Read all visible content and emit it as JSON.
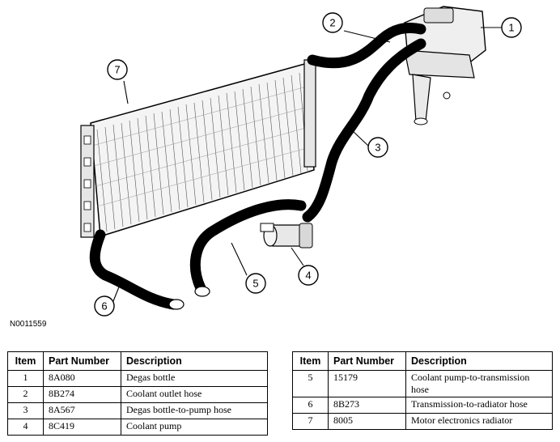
{
  "figure_id": "N0011559",
  "callouts": [
    "1",
    "2",
    "3",
    "4",
    "5",
    "6",
    "7"
  ],
  "table_headers": {
    "item": "Item",
    "part_number": "Part Number",
    "description": "Description"
  },
  "left_rows": [
    {
      "item": "1",
      "part": "8A080",
      "desc": "Degas bottle"
    },
    {
      "item": "2",
      "part": "8B274",
      "desc": "Coolant outlet hose"
    },
    {
      "item": "3",
      "part": "8A567",
      "desc": "Degas bottle-to-pump hose"
    },
    {
      "item": "4",
      "part": "8C419",
      "desc": "Coolant pump"
    }
  ],
  "right_rows": [
    {
      "item": "5",
      "part": "15179",
      "desc": "Coolant pump-to-transmission hose"
    },
    {
      "item": "6",
      "part": "8B273",
      "desc": "Transmission-to-radiator hose"
    },
    {
      "item": "7",
      "part": "8005",
      "desc": "Motor electronics radiator"
    }
  ]
}
